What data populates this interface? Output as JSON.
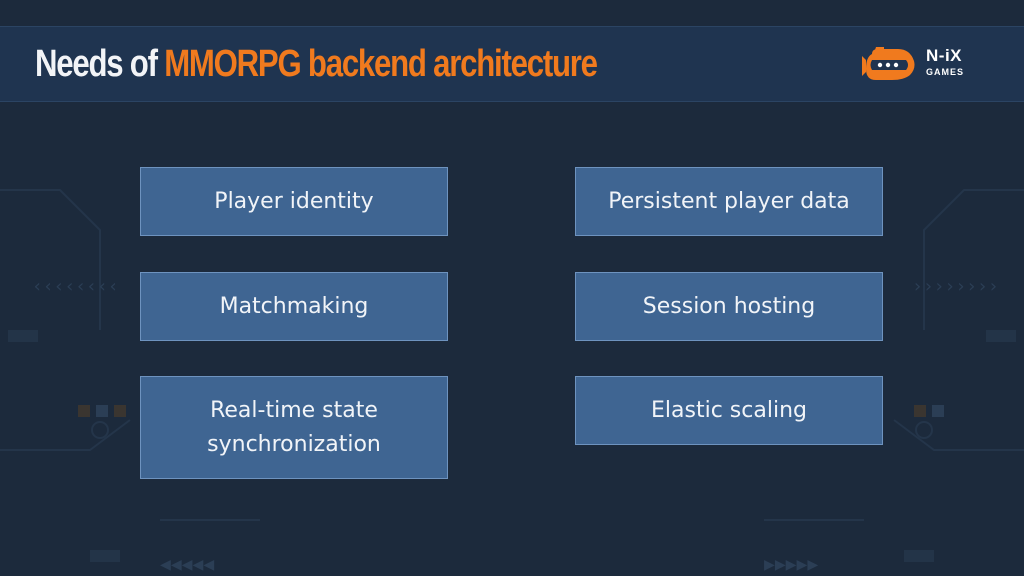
{
  "slide": {
    "title_part1": "Needs of",
    "title_part2": "MMORPG backend architecture"
  },
  "logo": {
    "name": "N-iX",
    "subtitle": "GAMES"
  },
  "colors": {
    "background": "#1c2a3c",
    "header": "#1f3450",
    "accent": "#f07a1e",
    "card": "#3f6592",
    "card_border": "#6e93bf"
  },
  "needs": {
    "left": [
      "Player identity",
      "Matchmaking",
      "Real-time state synchronization"
    ],
    "right": [
      "Persistent player data",
      "Session hosting",
      "Elastic scaling"
    ]
  }
}
